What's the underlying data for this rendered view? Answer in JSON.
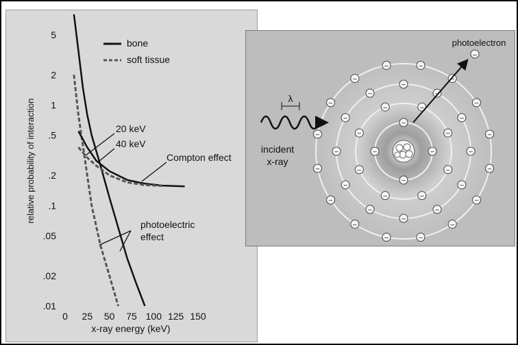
{
  "chart_data": {
    "type": "line",
    "xlabel": "x-ray energy (keV)",
    "ylabel": "relative probability of interaction",
    "y_scale": "log",
    "xlim": [
      0,
      150
    ],
    "ylim": [
      0.01,
      8
    ],
    "x_ticks": [
      "0",
      "25",
      "50",
      "75",
      "100",
      "125",
      "150"
    ],
    "x_tick_values": [
      0,
      25,
      50,
      75,
      100,
      125,
      150
    ],
    "y_ticks": [
      "5",
      "2",
      "1",
      ".5",
      ".2",
      ".1",
      ".05",
      ".02",
      ".01"
    ],
    "y_tick_values": [
      5,
      2,
      1,
      0.5,
      0.2,
      0.1,
      0.05,
      0.02,
      0.01
    ],
    "legend": {
      "placement": "top-right",
      "items": [
        "bone",
        "soft tissue"
      ]
    },
    "series": [
      {
        "name": "bone",
        "group": "photoelectric effect",
        "style": "solid",
        "x": [
          10,
          15,
          20,
          25,
          30,
          40,
          50,
          60,
          70,
          80,
          90
        ],
        "y": [
          8,
          3.5,
          1.5,
          0.8,
          0.5,
          0.25,
          0.12,
          0.06,
          0.03,
          0.017,
          0.01
        ]
      },
      {
        "name": "soft tissue",
        "group": "photoelectric effect",
        "style": "dashed",
        "x": [
          10,
          15,
          20,
          25,
          30,
          40,
          50,
          60
        ],
        "y": [
          2,
          0.8,
          0.4,
          0.2,
          0.1,
          0.04,
          0.02,
          0.01
        ]
      },
      {
        "name": "bone",
        "group": "Compton effect",
        "style": "solid",
        "x": [
          15,
          25,
          35,
          50,
          70,
          90,
          110,
          135
        ],
        "y": [
          0.55,
          0.38,
          0.28,
          0.22,
          0.18,
          0.165,
          0.158,
          0.155
        ]
      },
      {
        "name": "soft tissue",
        "group": "Compton effect",
        "style": "dashed",
        "x": [
          15,
          25,
          35,
          50,
          70,
          90,
          110
        ],
        "y": [
          0.38,
          0.3,
          0.25,
          0.2,
          0.17,
          0.16,
          0.157
        ]
      }
    ],
    "annotations": [
      {
        "text": "20 keV",
        "x": 20,
        "y": 0.55
      },
      {
        "text": "40 keV",
        "x": 40,
        "y": 0.27
      },
      {
        "text": "Compton effect",
        "x": 90,
        "y": 0.165
      },
      {
        "text": "photoelectric",
        "x": 40,
        "y": 0.25
      },
      {
        "text": "effect",
        "x": 30,
        "y": 0.1
      }
    ]
  },
  "diagram": {
    "labels": {
      "lambda": "λ",
      "incident_line1": "incident",
      "incident_line2": "x-ray",
      "photoelectron": "photoelectron"
    },
    "electron_symbol": "⊖",
    "shells": [
      {
        "electrons": 4
      },
      {
        "electrons": 8
      },
      {
        "electrons": 12
      },
      {
        "electrons": 16
      }
    ]
  },
  "colors": {
    "chart_bg": "#d9d9d9",
    "diagram_bg": "#bdbdbd",
    "line": "#111111",
    "dashed_line": "#555555"
  }
}
